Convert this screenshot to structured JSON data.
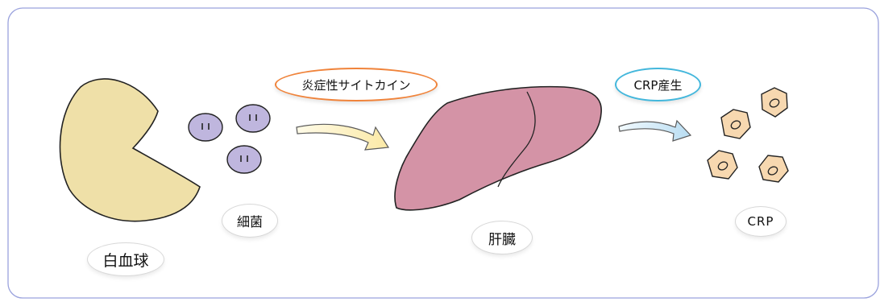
{
  "labels": {
    "white_blood_cell": "白血球",
    "bacteria": "細菌",
    "liver": "肝臓",
    "crp": "CRP"
  },
  "steps": {
    "cytokine": "炎症性サイトカイン",
    "crp_production": "CRP産生"
  },
  "colors": {
    "white_blood_cell": "#efe0a8",
    "bacteria": "#bfb6de",
    "liver": "#d493a6",
    "crp_cell": "#f7d8b0",
    "cytokine_border": "#f0833a",
    "crp_production_border": "#43b7dc",
    "arrow_cytokine": "#fff3c4",
    "arrow_crp": "#cfe9f6",
    "frame": "#9aa2dd"
  }
}
